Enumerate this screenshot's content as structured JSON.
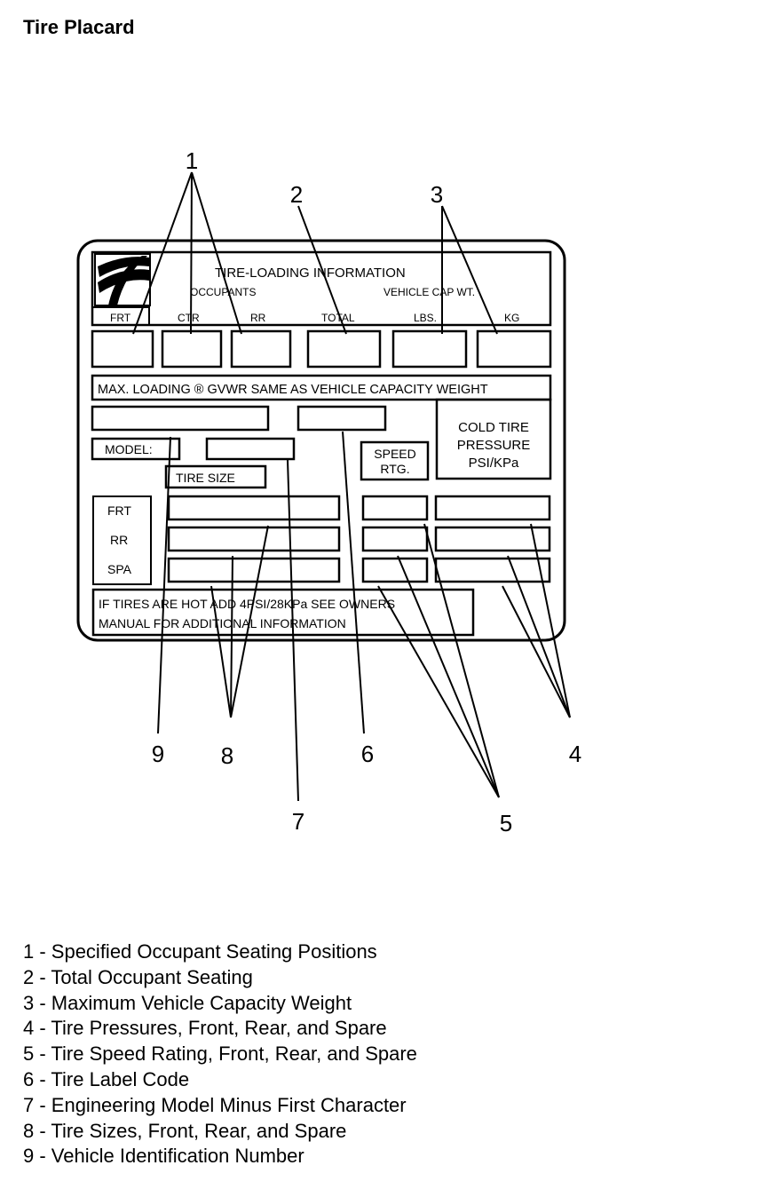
{
  "title": "Tire Placard",
  "placard": {
    "header": "TIRE-LOADING INFORMATION",
    "occupants": "OCCUPANTS",
    "vehicle_cap": "VEHICLE CAP WT.",
    "col_frt": "FRT",
    "col_ctr": "CTR",
    "col_rr": "RR",
    "col_total": "TOTAL",
    "col_lbs": "LBS.",
    "col_kg": "KG",
    "max_loading": "MAX. LOADING ® GVWR SAME AS VEHICLE CAPACITY WEIGHT",
    "cold_tire_1": "COLD TIRE",
    "cold_tire_2": "PRESSURE",
    "cold_tire_3": "PSI/KPa",
    "model": "MODEL:",
    "speed_1": "SPEED",
    "speed_2": "RTG.",
    "tire_size": "TIRE SIZE",
    "row_frt": "FRT",
    "row_rr": "RR",
    "row_spa": "SPA",
    "footer_1": "IF TIRES ARE HOT ADD 4PSI/28KPa SEE OWNERS",
    "footer_2": "MANUAL FOR ADDITIONAL INFORMATION"
  },
  "callouts": {
    "n1": "1",
    "n2": "2",
    "n3": "3",
    "n4": "4",
    "n5": "5",
    "n6": "6",
    "n7": "7",
    "n8": "8",
    "n9": "9"
  },
  "legend": [
    "1 - Specified Occupant Seating Positions",
    "2 - Total Occupant Seating",
    "3 - Maximum Vehicle Capacity Weight",
    "4 - Tire Pressures, Front, Rear, and Spare",
    "5 - Tire Speed Rating, Front, Rear, and Spare",
    "6 - Tire Label Code",
    "7 - Engineering Model Minus First Character",
    "8 - Tire Sizes, Front, Rear, and Spare",
    "9 - Vehicle Identification Number"
  ]
}
